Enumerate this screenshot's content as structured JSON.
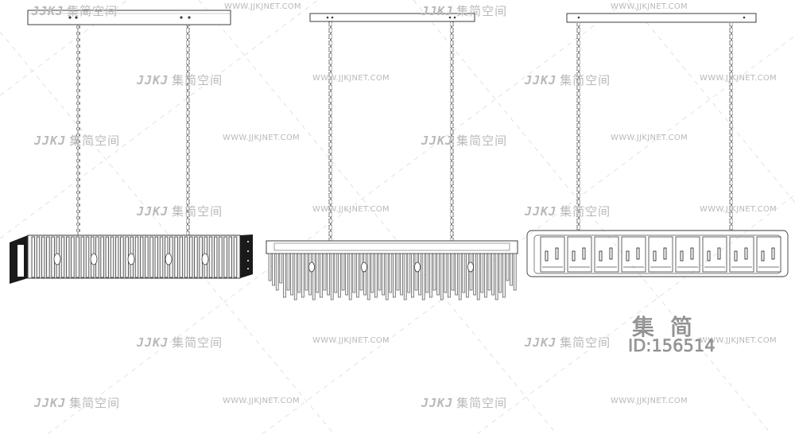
{
  "watermark": {
    "logo_mark": "JJKJ",
    "logo_text": "集简空间",
    "url": "WWW.JJKJNET.COM"
  },
  "stamp": {
    "brand": "集简",
    "id_label": "ID:156514"
  },
  "colors": {
    "line": "#3c3c3c",
    "chain": "#5a5a5a",
    "dark": "#1a1a1a",
    "glass": "#dcdcdc",
    "watermark": "#b9b9b9"
  }
}
